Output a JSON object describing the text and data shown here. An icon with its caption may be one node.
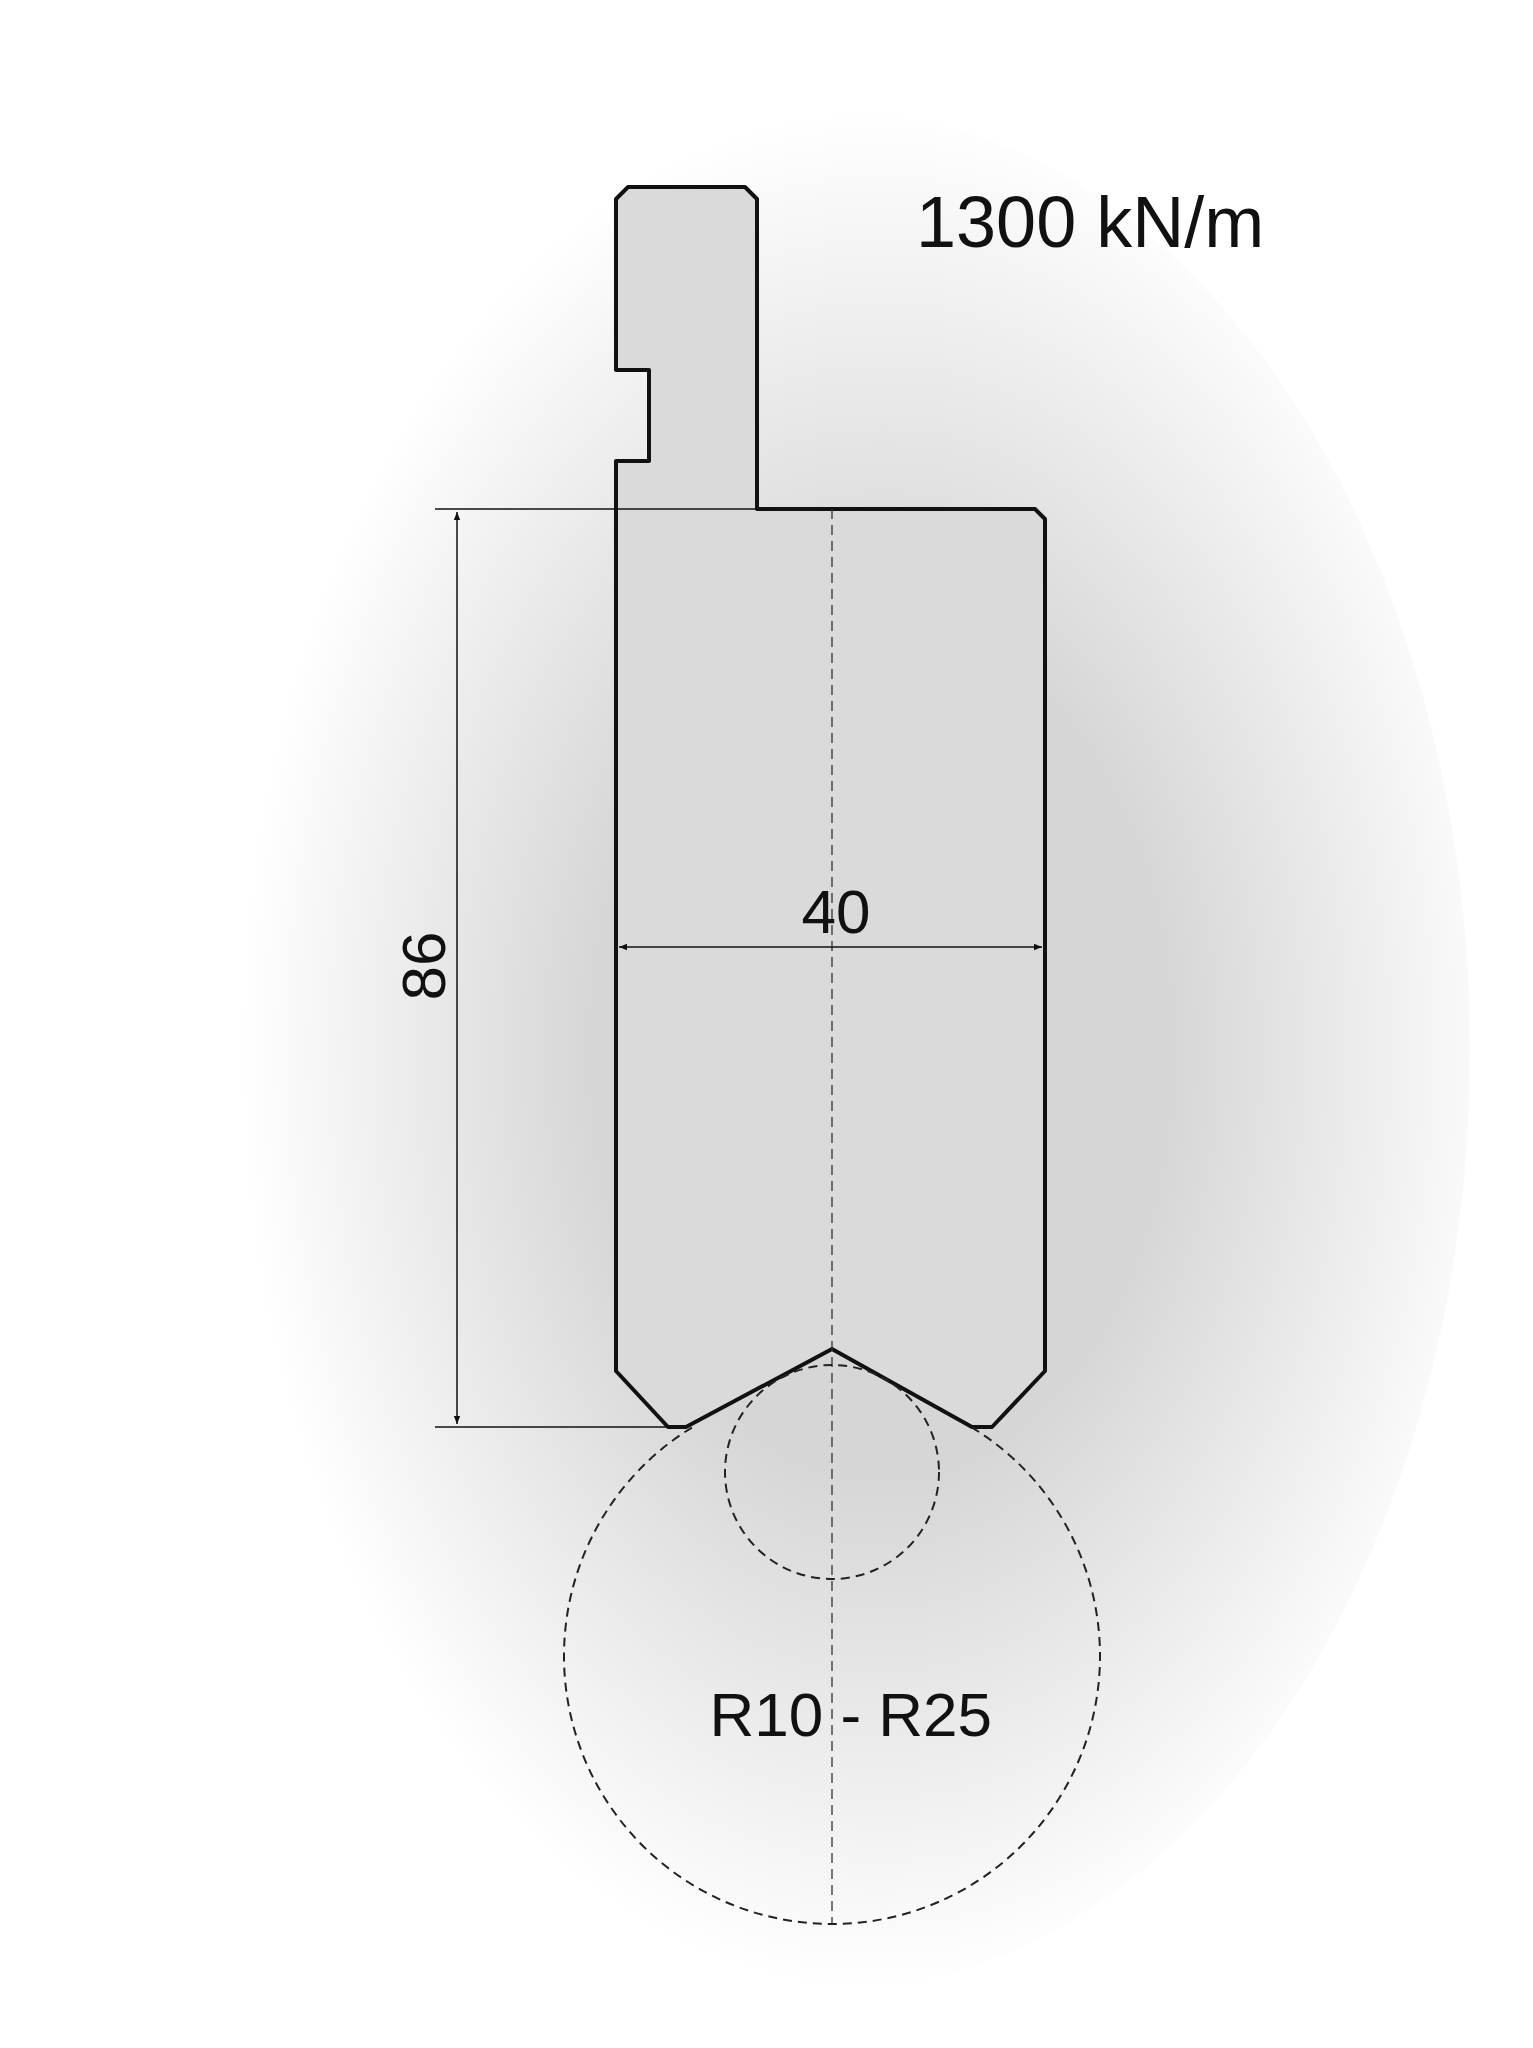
{
  "diagram": {
    "labels": [
      "1300 kN/m",
      "86",
      "40",
      "R10 - R25"
    ]
  }
}
